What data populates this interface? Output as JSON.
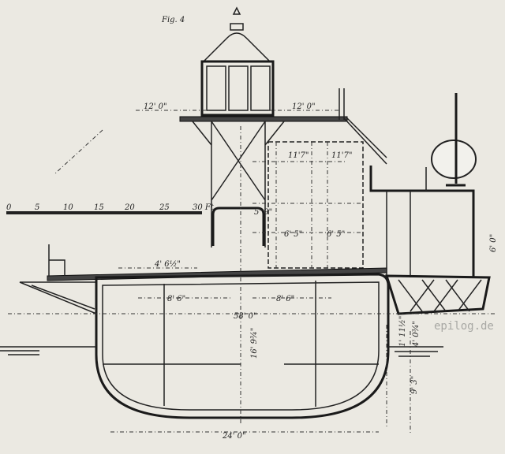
{
  "figure_label": "Fig. 4",
  "scale_bar": {
    "ticks": [
      "0",
      "5",
      "10",
      "15",
      "20",
      "25",
      "30 Ft."
    ]
  },
  "dimensions": {
    "lantern_left": "12' 0\"",
    "lantern_right": "12' 0\"",
    "deck_left": "4' 6½\"",
    "hold_left": "8' 6\"",
    "hold_right": "8' 6\"",
    "overall_width": "58' 0\"",
    "depth": "16' 9¾\"",
    "bottom_width": "24' 0\"",
    "draught": "9' 3\"",
    "freeboard": "4' 0¾\"",
    "freeboard_small": "1' 11½\"",
    "house_height": "6' 0\"",
    "room_a": "11'7\"",
    "room_b": "11'7\"",
    "room_c": "6' 5\"",
    "room_d": "6' 5\"",
    "room_e": "5' 9\""
  },
  "watermark": "epilog.de",
  "colors": {
    "paper": "#ebe9e2",
    "ink": "#222222"
  }
}
